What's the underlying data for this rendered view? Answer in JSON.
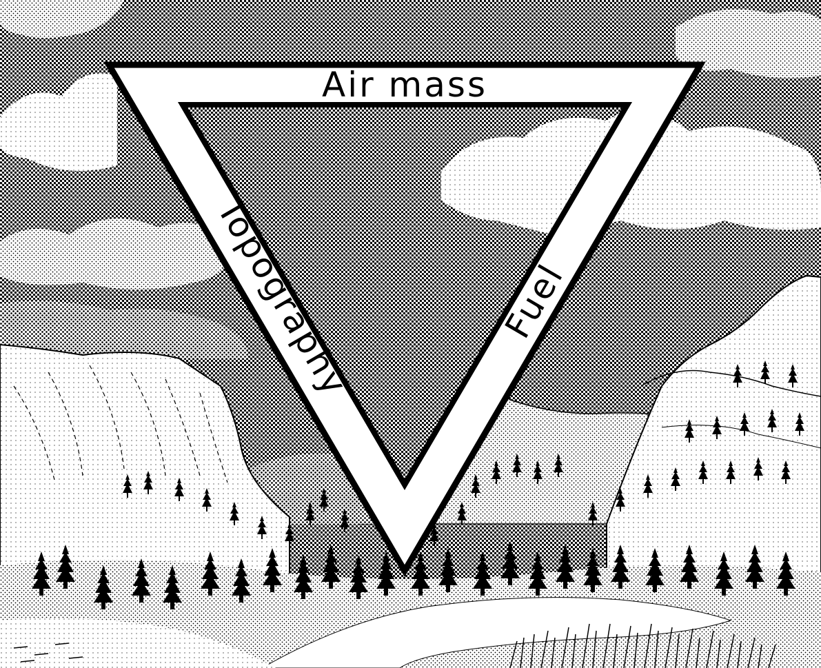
{
  "diagram": {
    "triangle_labels": {
      "top": "Air mass",
      "left": "Topography",
      "right": "Fuel"
    }
  },
  "colors": {
    "ink": "#000000",
    "paper": "#ffffff"
  }
}
